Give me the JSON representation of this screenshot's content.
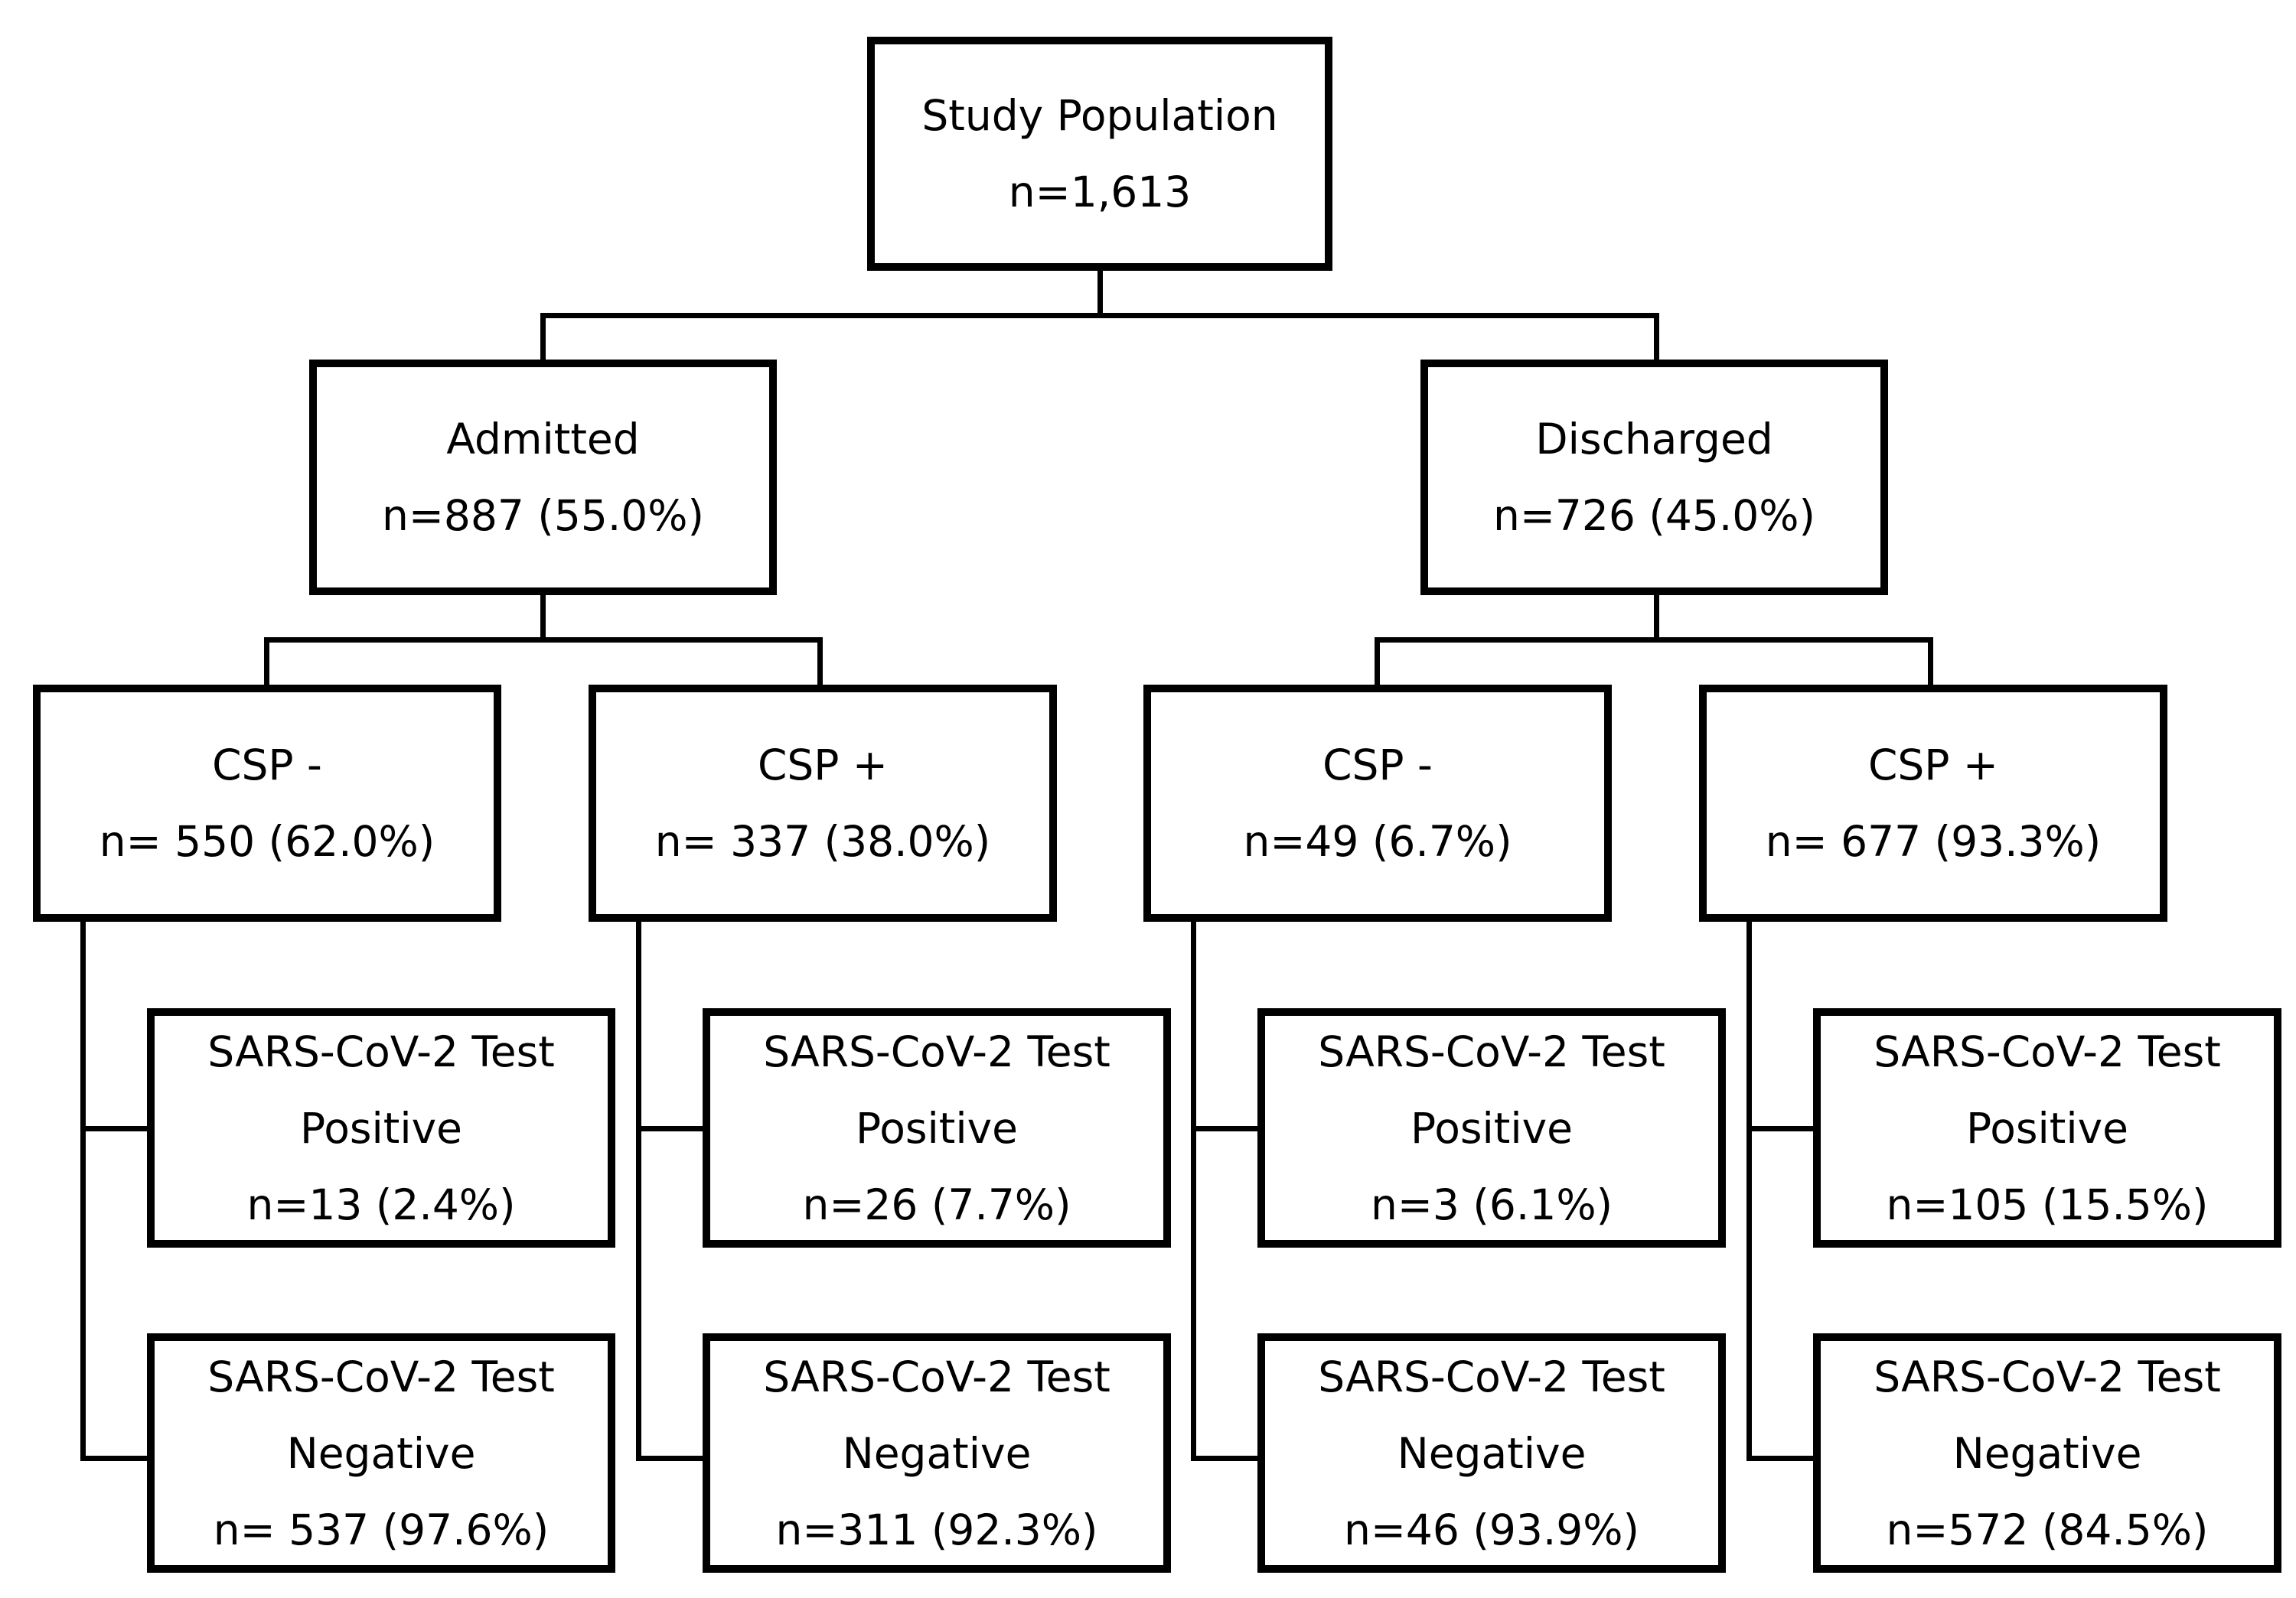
{
  "study": {
    "title": "Study Population",
    "n": "n=1,613"
  },
  "admitted": {
    "title": "Admitted",
    "n": "n=887 (55.0%)",
    "csp_neg": {
      "title": "CSP -",
      "n": "n= 550 (62.0%)",
      "positive": {
        "line1": "SARS-CoV-2 Test",
        "line2": "Positive",
        "n": "n=13 (2.4%)"
      },
      "negative": {
        "line1": "SARS-CoV-2 Test",
        "line2": "Negative",
        "n": "n= 537 (97.6%)"
      }
    },
    "csp_pos": {
      "title": "CSP +",
      "n": "n= 337 (38.0%)",
      "positive": {
        "line1": "SARS-CoV-2 Test",
        "line2": "Positive",
        "n": "n=26 (7.7%)"
      },
      "negative": {
        "line1": "SARS-CoV-2 Test",
        "line2": "Negative",
        "n": "n=311 (92.3%)"
      }
    }
  },
  "discharged": {
    "title": "Discharged",
    "n": "n=726 (45.0%)",
    "csp_neg": {
      "title": "CSP -",
      "n": "n=49 (6.7%)",
      "positive": {
        "line1": "SARS-CoV-2 Test",
        "line2": "Positive",
        "n": "n=3 (6.1%)"
      },
      "negative": {
        "line1": "SARS-CoV-2 Test",
        "line2": "Negative",
        "n": "n=46 (93.9%)"
      }
    },
    "csp_pos": {
      "title": "CSP +",
      "n": "n= 677 (93.3%)",
      "positive": {
        "line1": "SARS-CoV-2 Test",
        "line2": "Positive",
        "n": "n=105 (15.5%)"
      },
      "negative": {
        "line1": "SARS-CoV-2 Test",
        "line2": "Negative",
        "n": "n=572 (84.5%)"
      }
    }
  }
}
